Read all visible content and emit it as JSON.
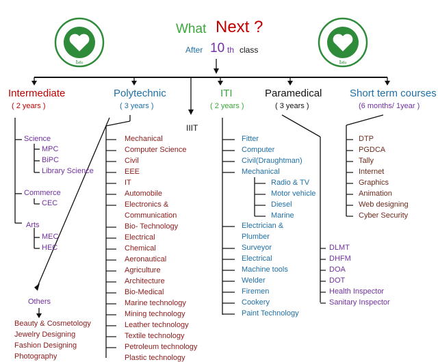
{
  "colors": {
    "green": "#3aa63a",
    "red": "#c00000",
    "darkred": "#8b1a1a",
    "purple": "#7030a0",
    "blue": "#1f6fa5",
    "black": "#111111"
  },
  "header": {
    "word1": "What",
    "word2": "Next ?",
    "after": "After",
    "num": "10",
    "th": "th",
    "cls": "class",
    "logo_caption": "పీఠం"
  },
  "intermediate": {
    "title": "Intermediate",
    "duration": "( 2 years )",
    "science": "Science",
    "science_items": [
      "MPC",
      "BiPC",
      "Library Science"
    ],
    "commerce": "Commerce",
    "commerce_items": [
      "CEC"
    ],
    "arts": "Arts",
    "arts_items": [
      "MEC",
      "HEC"
    ],
    "others": "Others",
    "others_items": [
      "Beauty & Cosmetology",
      "Jewelry Designing",
      "Fashion Designing",
      "Photography"
    ]
  },
  "polytechnic": {
    "title": "Polytechnic",
    "duration": "( 3 years )",
    "items": [
      "Mechanical",
      "Computer Science",
      "Civil",
      "EEE",
      "IT",
      "Automobile",
      "Electronics &",
      "Communication",
      "Bio- Technology",
      "Electrical",
      "Chemical",
      "Aeronautical",
      "Agriculture",
      "Architecture",
      "Bio-Medical",
      "Marine technology",
      "Mining technology",
      "Leather technology",
      "Textile technology",
      "Petroleum technology",
      "Plastic technology"
    ]
  },
  "iiit": {
    "title": "IIIT"
  },
  "iti": {
    "title": "ITI",
    "duration": "( 2 years )",
    "items_top": [
      "Fitter",
      "Computer",
      "Civil(Draughtman)",
      "Mechanical"
    ],
    "mech_items": [
      "Radio & TV",
      "Motor vehicle",
      "Diesel",
      "Marine"
    ],
    "items_bottom": [
      "Electrician &",
      "Plumber",
      "Surveyor",
      "Electrical",
      "Machine tools",
      "Welder",
      "Firemen",
      "Cookery",
      "Paint Technology"
    ]
  },
  "paramedical": {
    "title": "Paramedical",
    "duration": "( 3 years )",
    "items": [
      "DLMT",
      "DHFM",
      "DOA",
      "DOT",
      "Health Inspector",
      "Sanitary Inspector"
    ]
  },
  "shortterm": {
    "title": "Short term courses",
    "duration": "(6 months/ 1year )",
    "items": [
      "DTP",
      "PGDCA",
      "Tally",
      "Internet",
      "Graphics",
      "Animation",
      "Web designing",
      "Cyber Security"
    ]
  }
}
